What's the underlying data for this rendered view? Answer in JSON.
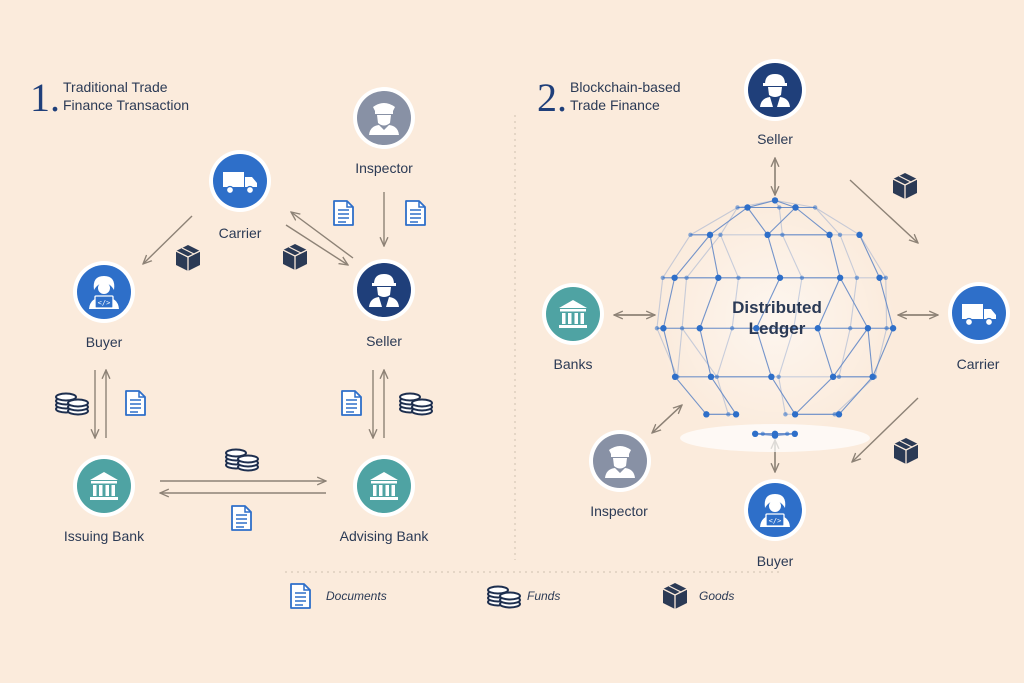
{
  "section1": {
    "number": "1.",
    "title_line1": "Traditional Trade",
    "title_line2": "Finance Transaction",
    "nodes": {
      "inspector": "Inspector",
      "carrier": "Carrier",
      "buyer": "Buyer",
      "seller": "Seller",
      "issuing_bank": "Issuing Bank",
      "advising_bank": "Advising Bank"
    }
  },
  "section2": {
    "number": "2.",
    "title_line1": "Blockchain-based",
    "title_line2": "Trade Finance",
    "ledger_line1": "Distributed",
    "ledger_line2": "Ledger",
    "nodes": {
      "seller": "Seller",
      "banks": "Banks",
      "carrier": "Carrier",
      "inspector": "Inspector",
      "buyer": "Buyer"
    }
  },
  "legend": {
    "documents": "Documents",
    "funds": "Funds",
    "goods": "Goods"
  },
  "colors": {
    "background": "#fbebdc",
    "navy": "#1f3f7a",
    "blue": "#2e6fc9",
    "teal": "#4fa3a3",
    "grey": "#8891a5",
    "arrow": "#8d8276"
  },
  "icons": [
    "truck-icon",
    "police-officer-icon",
    "coder-icon",
    "worker-icon",
    "bank-icon",
    "document-icon",
    "coins-icon",
    "box-icon",
    "globe-network"
  ]
}
